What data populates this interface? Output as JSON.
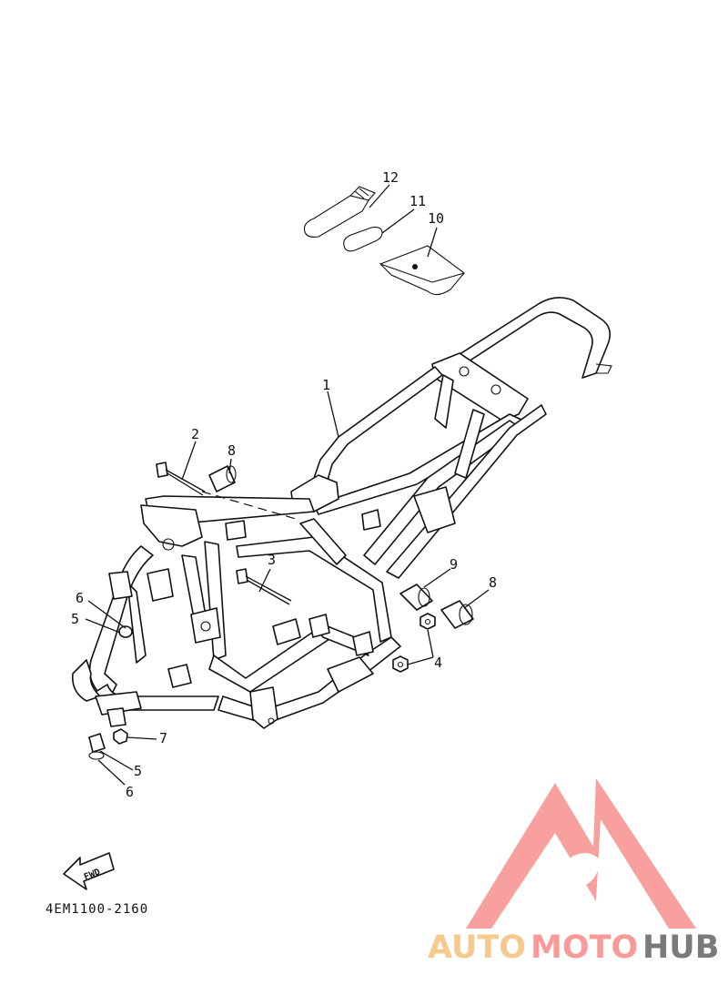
{
  "diagram": {
    "parts": [
      {
        "id": "1",
        "label": "1"
      },
      {
        "id": "2",
        "label": "2"
      },
      {
        "id": "3",
        "label": "3"
      },
      {
        "id": "4",
        "label": "4"
      },
      {
        "id": "5a",
        "label": "5"
      },
      {
        "id": "5b",
        "label": "5"
      },
      {
        "id": "6a",
        "label": "6"
      },
      {
        "id": "6b",
        "label": "6"
      },
      {
        "id": "7",
        "label": "7"
      },
      {
        "id": "8a",
        "label": "8"
      },
      {
        "id": "8b",
        "label": "8"
      },
      {
        "id": "9",
        "label": "9"
      },
      {
        "id": "10",
        "label": "10"
      },
      {
        "id": "11",
        "label": "11"
      },
      {
        "id": "12",
        "label": "12"
      }
    ],
    "fwd_badge": "FWD",
    "part_code": "4EM1100-2160"
  },
  "watermark": {
    "text_part1": "AUTO",
    "text_part2": "MOTO",
    "text_part3": "HUB",
    "colors": {
      "auto": "#f6c98f",
      "moto": "#f79b98",
      "hub": "#7a7a7a",
      "logo": "#f79b98"
    }
  }
}
